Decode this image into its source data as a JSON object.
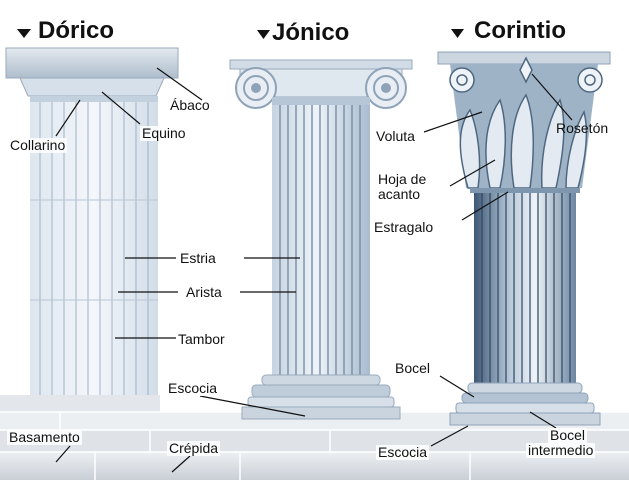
{
  "orders": {
    "doric": "Dórico",
    "ionic": "Jónico",
    "corinthian": "Corintio"
  },
  "labels": {
    "abaco": "Ábaco",
    "equino": "Equino",
    "collarino": "Collarino",
    "estria": "Estria",
    "arista": "Arista",
    "tambor": "Tambor",
    "escocia_left": "Escocia",
    "basamento": "Basamento",
    "crepida": "Crépida",
    "voluta": "Voluta",
    "roseton": "Rosetón",
    "hoja_line1": "Hoja de",
    "hoja_line2": "acanto",
    "estragalo": "Estragalo",
    "bocel": "Bocel",
    "escocia_right": "Escocia",
    "bocel_int_line1": "Bocel",
    "bocel_int_line2": "intermedio"
  },
  "colors": {
    "column_light": "#eef3f8",
    "column_mid": "#c8d6e4",
    "column_dark": "#5f7a96",
    "stone": "#d9dde2",
    "line": "#111111"
  }
}
